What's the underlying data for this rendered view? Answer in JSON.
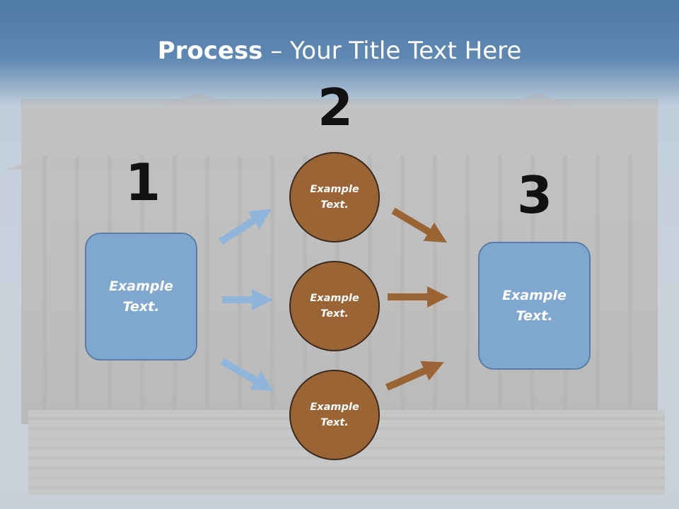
{
  "slide": {
    "title_bold": "Process",
    "title_rest": " – Your Title Text Here"
  },
  "steps": [
    {
      "number": "1"
    },
    {
      "number": "2"
    },
    {
      "number": "3"
    }
  ],
  "left_box": {
    "label": "Example\nText."
  },
  "circles": [
    {
      "label": "Example\nText."
    },
    {
      "label": "Example\nText."
    },
    {
      "label": "Example\nText."
    }
  ],
  "right_box": {
    "label": "Example\nText."
  },
  "colors": {
    "box_fill": "#7fa7cf",
    "circle_fill": "#9a6434",
    "blue_arrow": "#8fb5da",
    "brown_arrow": "#9a6434",
    "title_band": "#5f88b3"
  }
}
